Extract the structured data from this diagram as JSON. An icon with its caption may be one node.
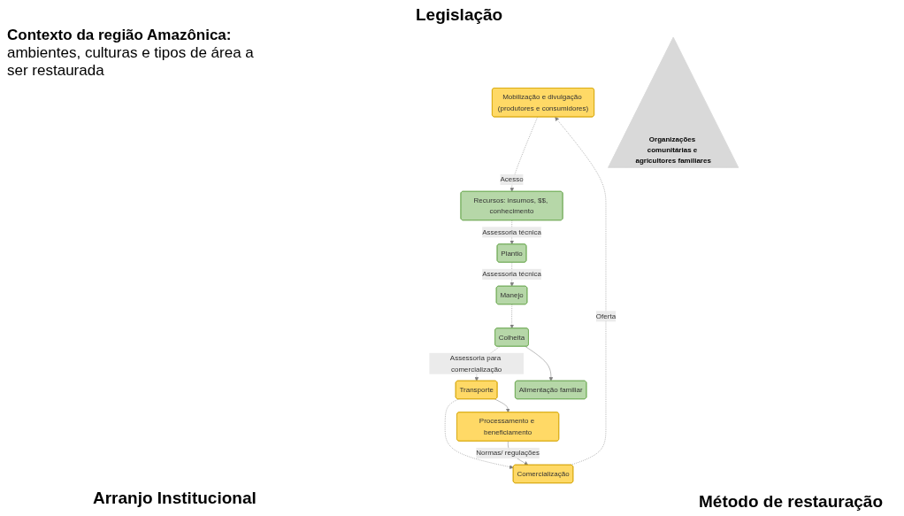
{
  "diagram": {
    "nodes": [
      {
        "text": [
          "Mobilização e divulgação (produtores e consumidores)"
        ]
      },
      {
        "text": [
          "Comercialização"
        ]
      },
      {
        "text": [
          "Recursos: insumos, $$, conhecimento"
        ]
      },
      {
        "text": [
          "Organizações comunitárias e agricultores familiares"
        ]
      },
      {
        "text": [
          "Processamento e beneficiamento"
        ]
      },
      {
        "text": [
          "Transporte"
        ]
      },
      {
        "text": [
          "Plantio"
        ]
      },
      {
        "text": [
          "Manejo"
        ]
      },
      {
        "text": [
          "Alimentação familiar"
        ]
      },
      {
        "text": [
          "Colheita"
        ]
      }
    ],
    "edges": [
      {
        "from": 1,
        "to": 0,
        "arrow": "to",
        "label": "Oferta",
        "style": "dashed"
      },
      {
        "from": 0,
        "to": 2,
        "arrow": "to",
        "label": "Acesso",
        "style": "dashed"
      },
      {
        "from": 2,
        "to": 6,
        "arrow": "to",
        "label": "Assessoria técnica",
        "style": "dashed"
      },
      {
        "from": 6,
        "to": 7,
        "arrow": "to",
        "label": "Assessoria técnica",
        "style": "dashed"
      },
      {
        "from": 7,
        "to": 9,
        "arrow": "to",
        "style": "dashed"
      },
      {
        "from": 9,
        "to": 8,
        "arrow": "to"
      },
      {
        "from": 9,
        "to": 5,
        "arrow": "to",
        "label": "Assessoria para comercialização",
        "style": "dashed"
      },
      {
        "from": 5,
        "to": 1,
        "arrow": "to",
        "style": "dashed"
      },
      {
        "from": 5,
        "to": 4,
        "arrow": "to"
      },
      {
        "from": 4,
        "to": 1,
        "arrow": "to",
        "label": "Normas/ regulações"
      }
    ],
    "labels": [
      "Legislação",
      "Contexto da região Amazônica:",
      "ambientes, culturas e tipos de área a ser restaurada",
      "Arranjo Institucional",
      "Método de restauração"
    ]
  }
}
